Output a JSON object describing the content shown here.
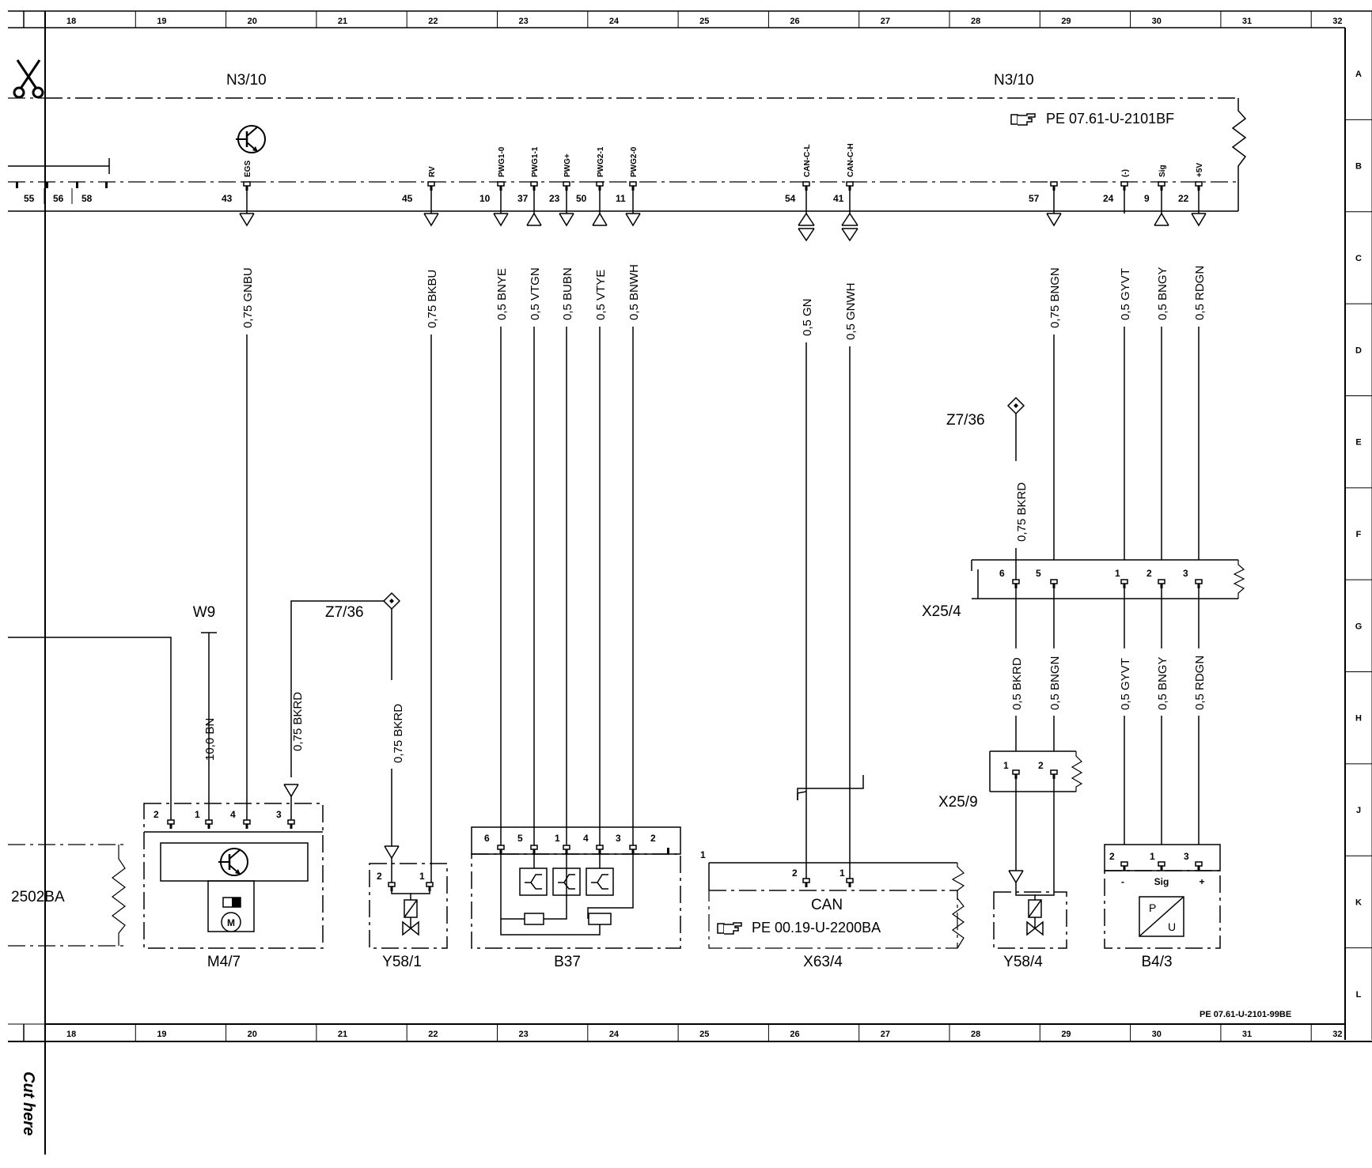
{
  "columns": [
    "18",
    "19",
    "20",
    "21",
    "22",
    "23",
    "24",
    "25",
    "26",
    "27",
    "28",
    "29",
    "30",
    "31",
    "32"
  ],
  "rows": [
    "A",
    "B",
    "C",
    "D",
    "E",
    "F",
    "G",
    "H",
    "J",
    "K",
    "L"
  ],
  "header": {
    "unit_left": "N3/10",
    "unit_right": "N3/10",
    "unit_ref": "PE 07.61-U-2101BF",
    "side_pins": [
      "55",
      "56",
      "58"
    ]
  },
  "wires": [
    {
      "pin": "43",
      "signal": "EGS",
      "label": "0,75 GNBU"
    },
    {
      "pin": "45",
      "signal": "RV",
      "label": "0,75 BKBU"
    },
    {
      "pin": "10",
      "signal": "PWG1-0",
      "label": "0,5 BNYE"
    },
    {
      "pin": "37",
      "signal": "PWG1-1",
      "label": "0,5 VTGN"
    },
    {
      "pin": "23",
      "signal": "PWG+",
      "label": "0,5 BUBN"
    },
    {
      "pin": "50",
      "signal": "PWG2-1",
      "label": "0,5 VTYE"
    },
    {
      "pin": "11",
      "signal": "PWG2-0",
      "label": "0,5 BNWH"
    },
    {
      "pin": "54",
      "signal": "CAN-C-L",
      "label": "0,5 GN"
    },
    {
      "pin": "41",
      "signal": "CAN-C-H",
      "label": "0,5 GNWH"
    },
    {
      "pin": "57",
      "signal": "",
      "label": "0,75 BNGN"
    },
    {
      "pin": "24",
      "signal": "(-)",
      "label": "0,5 GYVT"
    },
    {
      "pin": "9",
      "signal": "Sig",
      "label": "0,5 BNGY"
    },
    {
      "pin": "22",
      "signal": "+5V",
      "label": "0,5 RDGN"
    }
  ],
  "grounds": {
    "g1": "Z7/36",
    "g2": "Z7/36",
    "w9": "W9"
  },
  "lower_wires": {
    "w9": "10,0 BN",
    "m47_bkrd": "0,75 BKRD",
    "y581_bkrd": "0,75 BKRD",
    "x254_in": "0,75 BKRD",
    "x254_out": [
      "0,5 BKRD",
      "0,5 BNGN",
      "0,5 GYVT",
      "0,5 BNGY",
      "0,5 RDGN"
    ]
  },
  "components": {
    "m47": {
      "name": "M4/7",
      "pins": [
        "2",
        "1",
        "4",
        "3"
      ]
    },
    "y581": {
      "name": "Y58/1",
      "pins": [
        "2",
        "1"
      ]
    },
    "b37": {
      "name": "B37",
      "pins": [
        "6",
        "5",
        "1",
        "4",
        "3",
        "2"
      ]
    },
    "x634": {
      "name": "X63/4",
      "label": "CAN",
      "ref": "PE 00.19-U-2200BA",
      "pins": [
        "2",
        "1"
      ],
      "side": "1"
    },
    "x254": {
      "name": "X25/4",
      "pins": [
        "6",
        "5",
        "1",
        "2",
        "3"
      ]
    },
    "x259": {
      "name": "X25/9",
      "pins": [
        "1",
        "2"
      ]
    },
    "y584": {
      "name": "Y58/4"
    },
    "b43": {
      "name": "B4/3",
      "pins": [
        "2",
        "1",
        "3"
      ],
      "terms": [
        "-",
        "Sig",
        "+"
      ],
      "sensor_p": "P",
      "sensor_u": "U"
    },
    "left_ref": "2502BA"
  },
  "footer": {
    "ref": "PE 07.61-U-2101-99BE",
    "cut": "Cut here"
  }
}
